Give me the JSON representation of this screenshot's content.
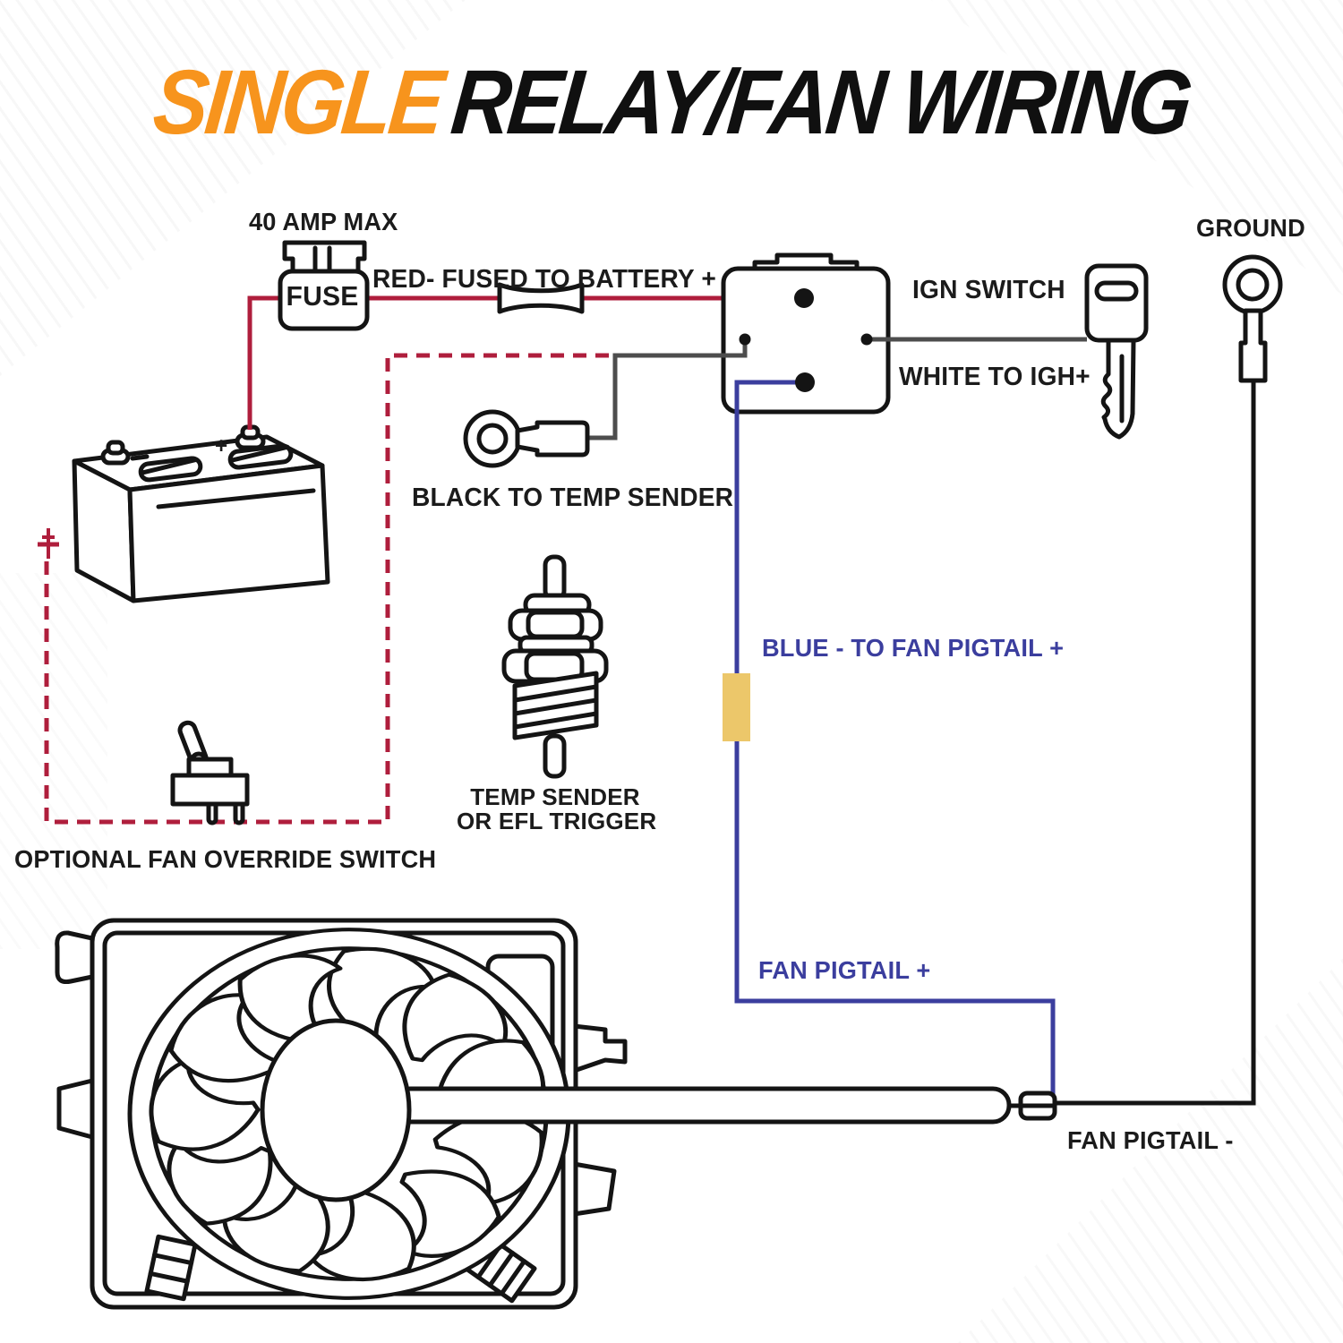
{
  "title": {
    "highlight": "SINGLE",
    "rest": "RELAY/FAN WIRING"
  },
  "colors": {
    "accent_orange": "#F7941D",
    "wire_red": "#AF1E3C",
    "wire_blue": "#3B3E9E",
    "wire_gray": "#4D4D4D",
    "connector_yellow": "#ECC76A"
  },
  "labels": {
    "fuse_rating": "40 AMP MAX",
    "fuse": "FUSE",
    "red_wire": "RED- FUSED TO BATTERY +",
    "ign_switch": "IGN SWITCH",
    "white_wire": "WHITE TO IGH+",
    "ground": "GROUND",
    "black_wire": "BLACK TO TEMP SENDER",
    "temp_sender_line1": "TEMP SENDER",
    "temp_sender_line2": "OR EFL TRIGGER",
    "override_switch": "OPTIONAL FAN OVERRIDE SWITCH",
    "blue_wire": "BLUE - TO FAN PIGTAIL +",
    "fan_pigtail_pos": "FAN PIGTAIL +",
    "fan_pigtail_neg": "FAN PIGTAIL -",
    "battery_plus": "+"
  }
}
